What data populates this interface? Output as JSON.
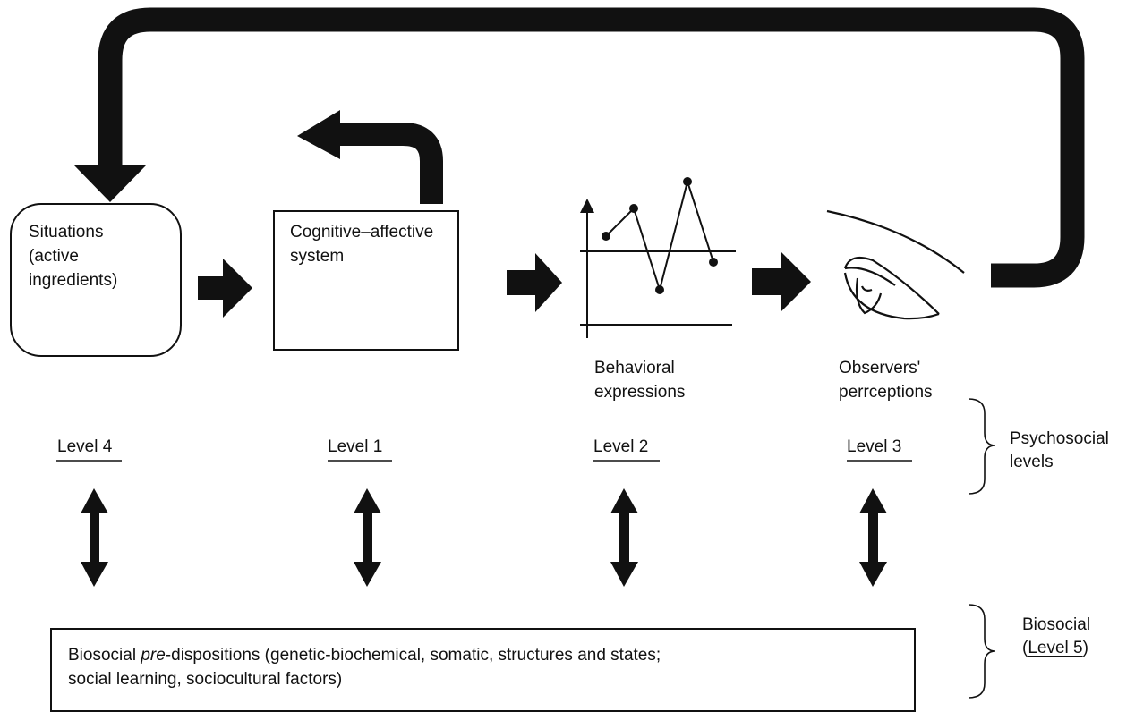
{
  "nodes": {
    "situations": "Situations\n(active\ningredients)",
    "cognitive": "Cognitive–affective\nsystem",
    "behavioral": "Behavioral\nexpressions",
    "observers": "Observers'\nperrceptions"
  },
  "levels": {
    "level4": "Level 4",
    "level1": "Level 1",
    "level2": "Level 2",
    "level3": "Level 3"
  },
  "brackets": {
    "psychosocial": "Psychosocial\nlevels",
    "biosocial_title": "Biosocial",
    "biosocial_open": "(",
    "biosocial_level": "Level 5",
    "biosocial_close": ")"
  },
  "biosocial_box": {
    "prefix": "Biosocial ",
    "italic": "pre",
    "line1_rest": "-dispositions (genetic-biochemical, somatic, structures and states;",
    "line2": "social learning, sociocultural factors)"
  },
  "colors": {
    "ink": "#111111",
    "background": "#ffffff"
  }
}
